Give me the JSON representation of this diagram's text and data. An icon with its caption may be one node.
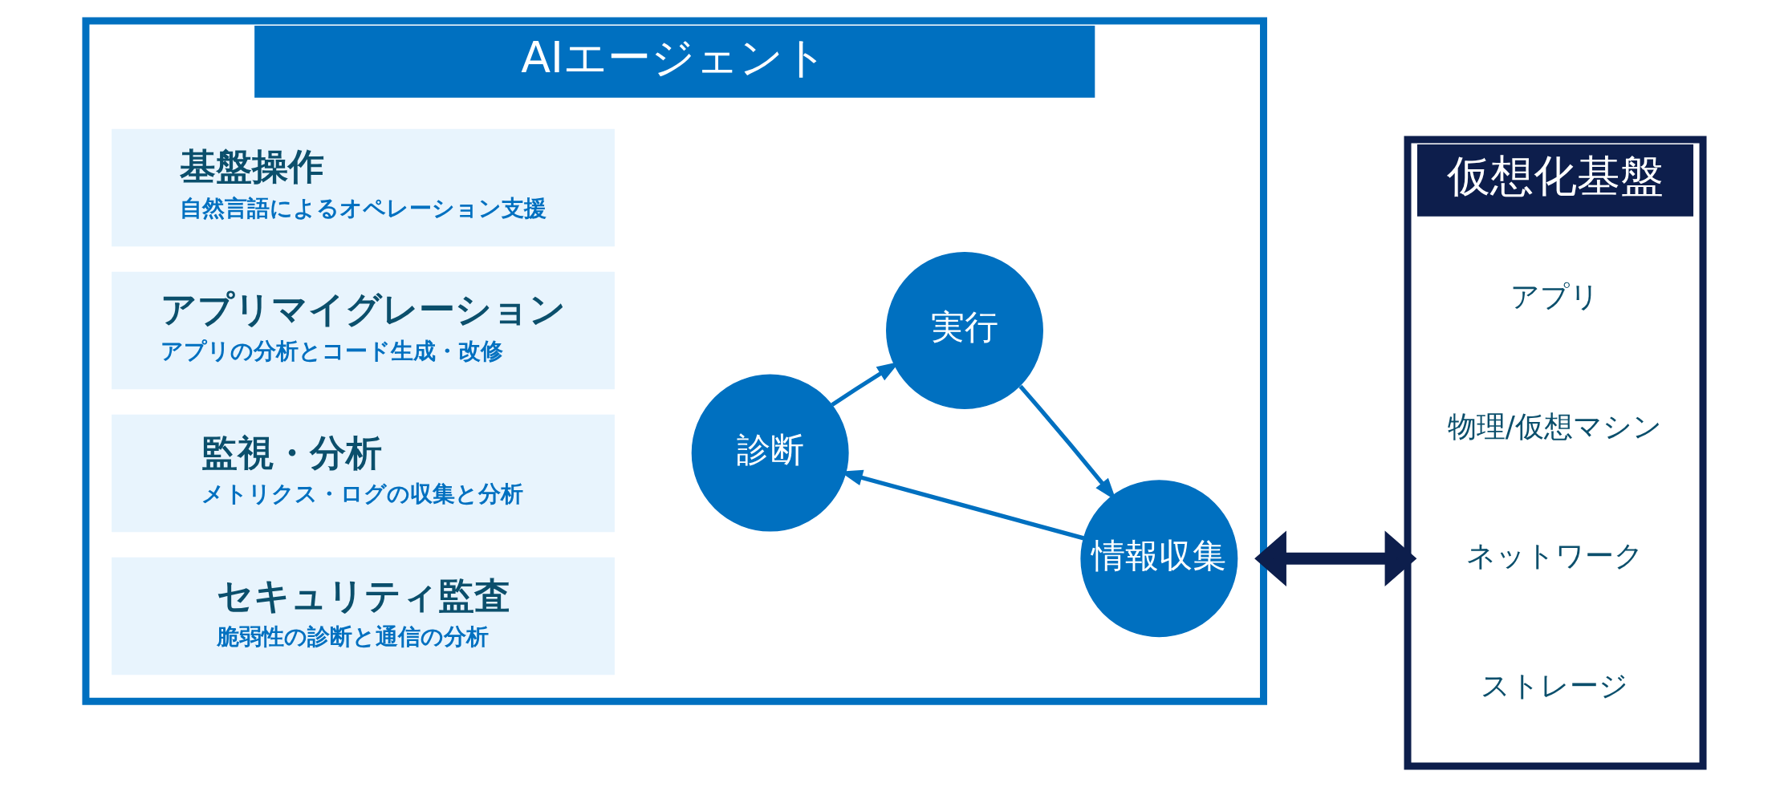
{
  "diagram": {
    "nodes": [
      {
        "text": [
          "AIエージェント"
        ]
      },
      {
        "text": [
          "基盤操作",
          "自然言語によるオペレーション支援"
        ],
        "in": 0
      },
      {
        "text": [
          "アプリマイグレーション",
          "アプリの分析とコード生成・改修"
        ],
        "in": 0
      },
      {
        "text": [
          "監視・分析",
          "メトリクス・ログの収集と分析"
        ],
        "in": 0
      },
      {
        "text": [
          "セキュリティ監査",
          "脆弱性の診断と通信の分析"
        ],
        "in": 0
      },
      {
        "text": [
          "実行"
        ],
        "in": 0
      },
      {
        "text": [
          "情報収集"
        ],
        "in": 0
      },
      {
        "text": [
          "診断"
        ],
        "in": 0
      },
      {
        "text": [
          "仮想化基盤"
        ]
      },
      {
        "text": [
          "アプリ"
        ],
        "in": 8
      },
      {
        "text": [
          "物理/仮想マシン"
        ],
        "in": 8
      },
      {
        "text": [
          "ネットワーク"
        ],
        "in": 8
      },
      {
        "text": [
          "ストレージ"
        ],
        "in": 8
      }
    ],
    "edges": [
      {
        "from": 5,
        "to": 6,
        "arrow": "to"
      },
      {
        "from": 6,
        "to": 7,
        "arrow": "to"
      },
      {
        "from": 7,
        "to": 5,
        "arrow": "to"
      },
      {
        "from": 0,
        "to": 8,
        "arrow": "both",
        "style": "thick",
        "color": "#0d1e4c"
      }
    ]
  }
}
